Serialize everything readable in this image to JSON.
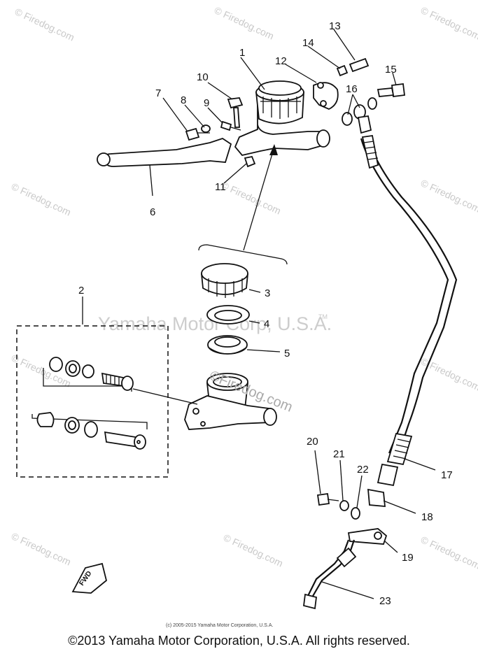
{
  "watermarks": {
    "site": "© Firedog.com",
    "overlay": "Yamaha Motor Corp, U.S.A.",
    "overlay_mark": "TM",
    "center": "©Firedog.com"
  },
  "callouts": [
    "1",
    "2",
    "3",
    "4",
    "5",
    "6",
    "7",
    "8",
    "9",
    "10",
    "11",
    "12",
    "13",
    "14",
    "15",
    "16",
    "17",
    "18",
    "19",
    "20",
    "21",
    "22",
    "23"
  ],
  "fwd_label": "FWD",
  "small_copyright": "(c) 2005-2015 Yamaha Motor Corporation, U.S.A.",
  "footer_copyright": "©2013 Yamaha Motor Corporation, U.S.A. All rights reserved."
}
